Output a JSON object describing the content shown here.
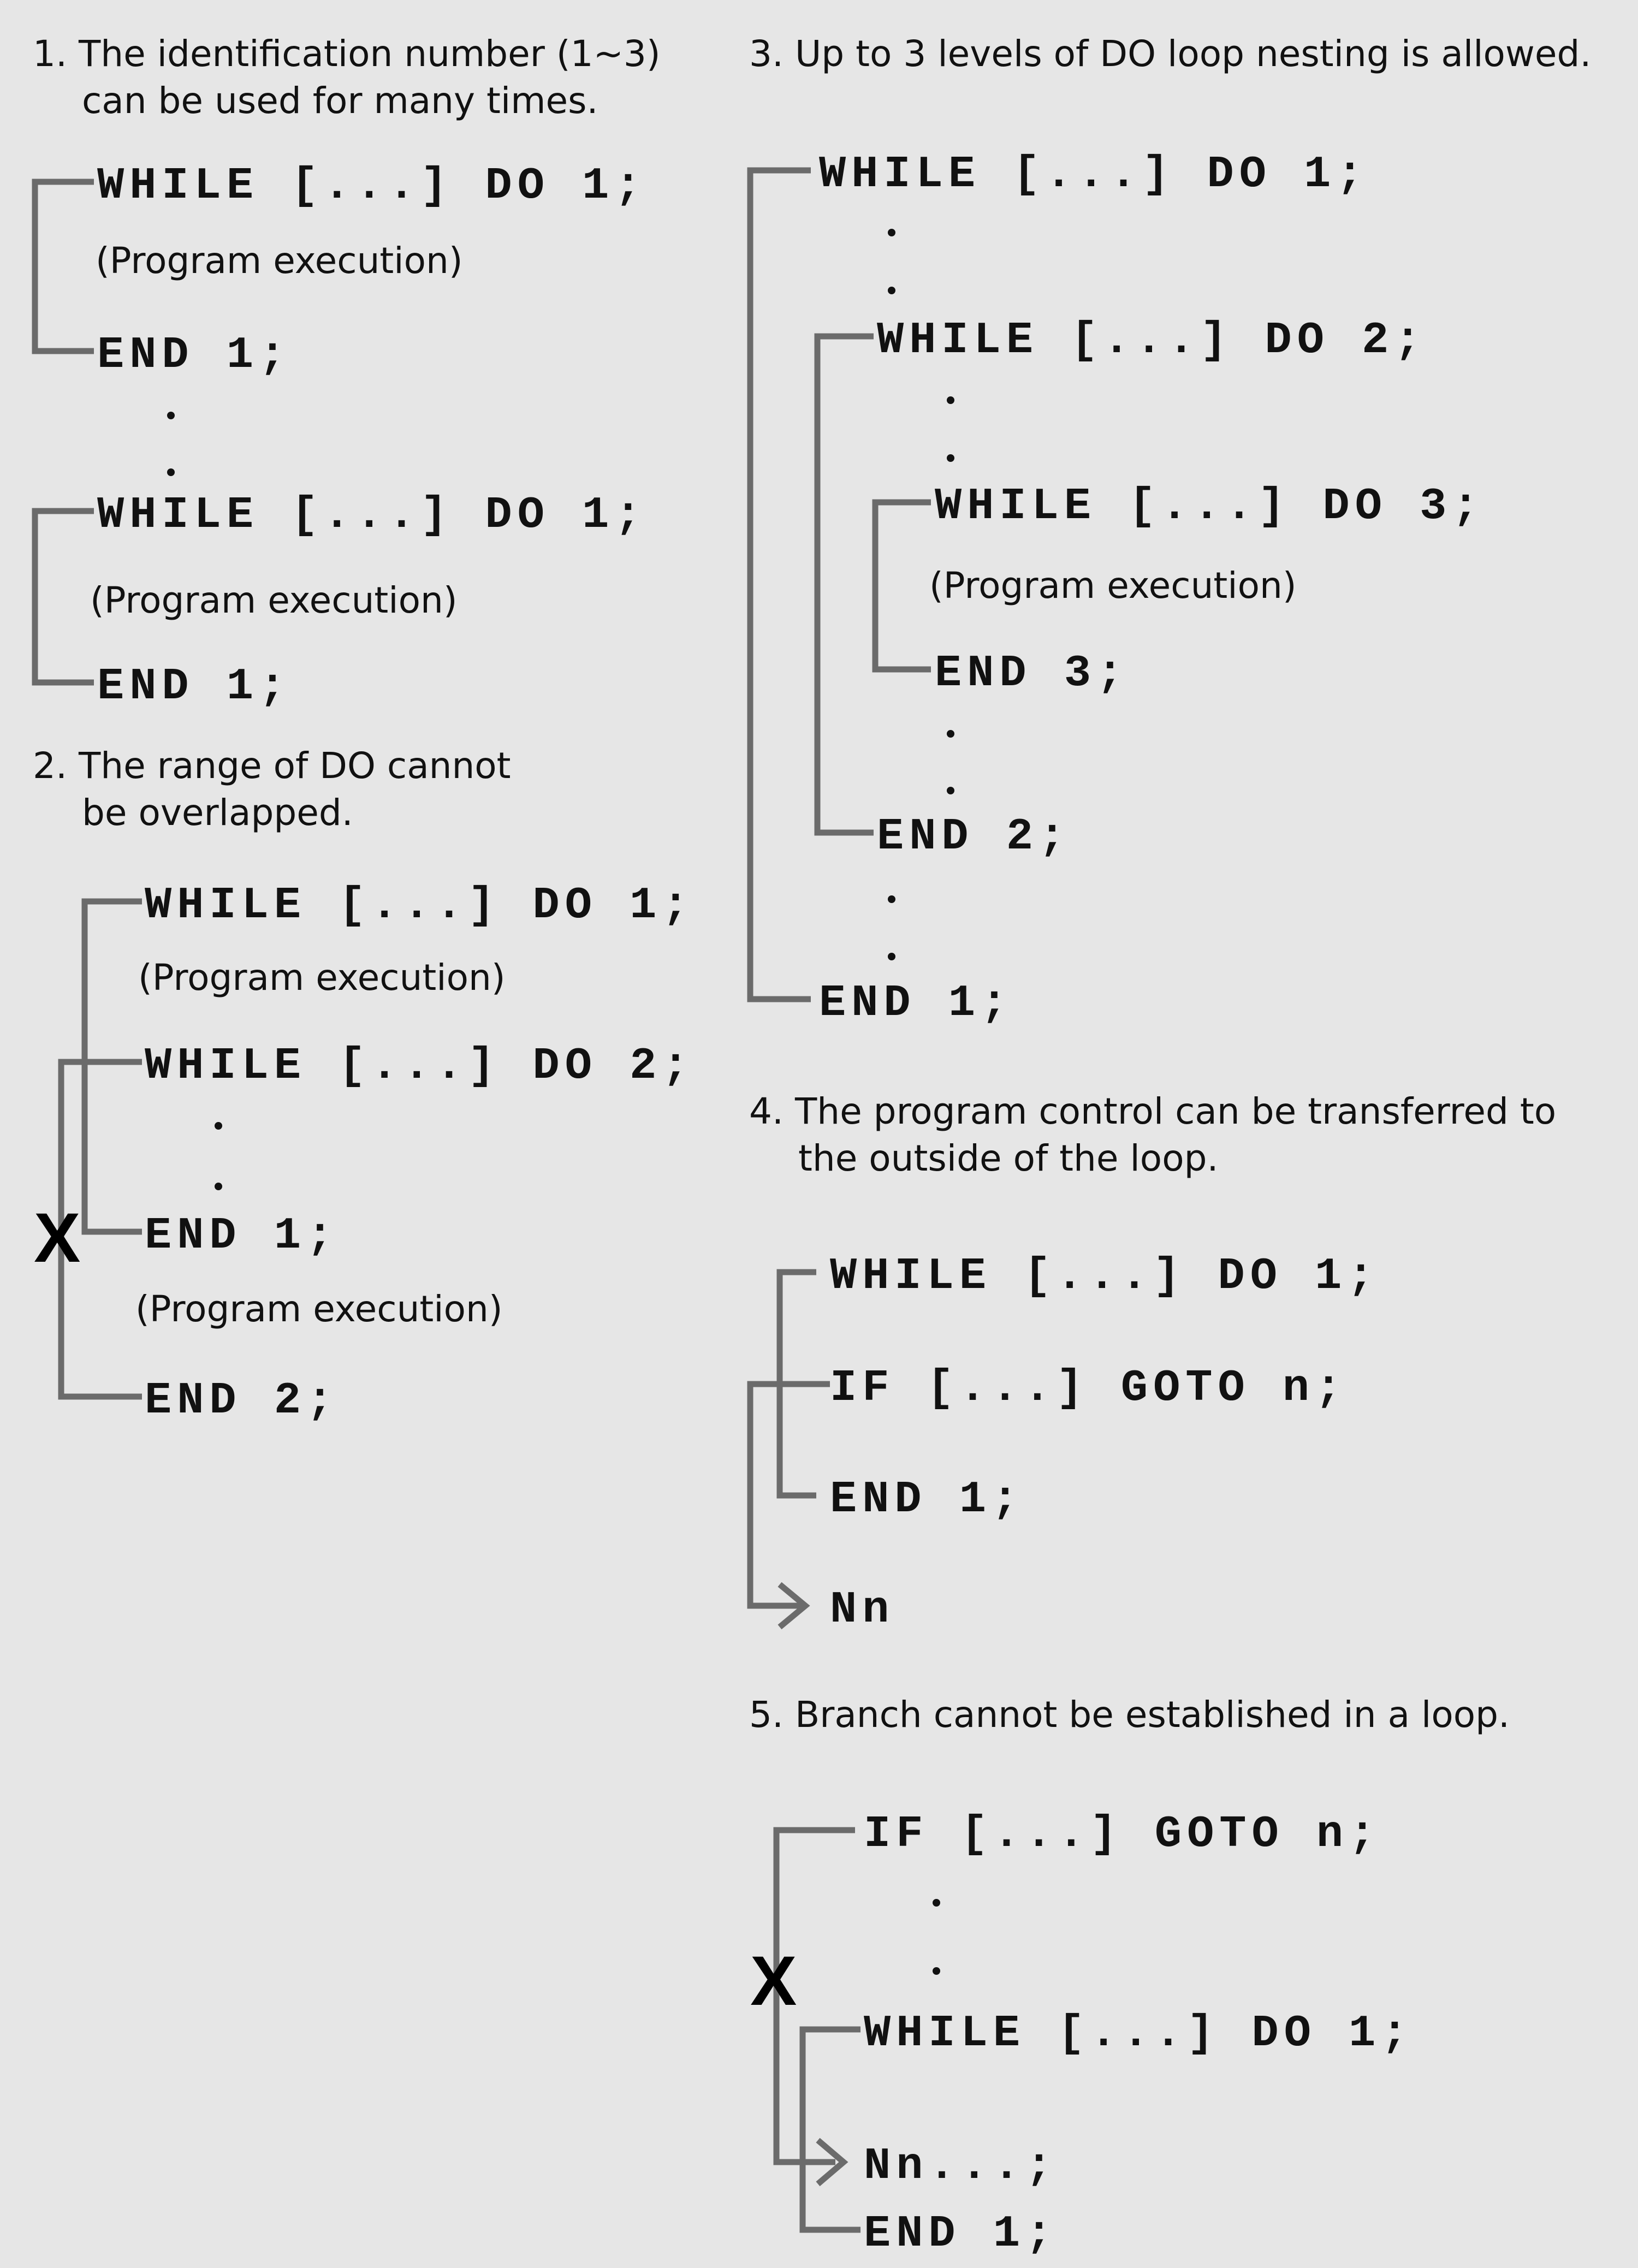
{
  "sections": {
    "s1": {
      "title_line1": "1. The identification number (1~3)",
      "title_line2": "can be used for many times.",
      "while1": "WHILE [...] DO 1;",
      "exec1": "(Program execution)",
      "end1": "END 1;",
      "while2": "WHILE [...] DO 1;",
      "exec2": "(Program execution)",
      "end2": "END 1;"
    },
    "s2": {
      "title_line1": "2. The range of DO cannot",
      "title_line2": "be overlapped.",
      "while1": "WHILE [...] DO 1;",
      "exec1": "(Program execution)",
      "while2": "WHILE [...] DO 2;",
      "end1": "END 1;",
      "exec2": "(Program execution)",
      "end2": "END 2;",
      "x_mark": "X"
    },
    "s3": {
      "title": "3. Up to 3 levels of DO loop nesting is allowed.",
      "while1": "WHILE [...] DO 1;",
      "while2": "WHILE [...] DO 2;",
      "while3": "WHILE [...] DO 3;",
      "exec": "(Program execution)",
      "end3": "END 3;",
      "end2": "END 2;",
      "end1": "END 1;"
    },
    "s4": {
      "title_line1": "4. The program control can be transferred to",
      "title_line2": "the outside of the loop.",
      "while1": "WHILE [...] DO 1;",
      "if1": "IF [...] GOTO n;",
      "end1": "END 1;",
      "nn": "Nn"
    },
    "s5": {
      "title": "5. Branch cannot be established in a loop.",
      "if1": "IF [...] GOTO n;",
      "while1": "WHILE [...] DO 1;",
      "nn": "Nn...;",
      "end1": "END 1;",
      "x_mark": "X"
    }
  },
  "colors": {
    "background": "#e6e6e6",
    "line": "#6b6b6b",
    "text": "#111111"
  }
}
